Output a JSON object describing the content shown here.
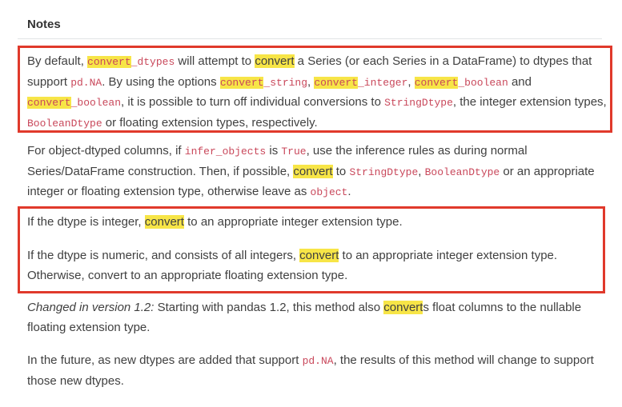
{
  "section": {
    "heading": "Notes"
  },
  "p1": {
    "t1": "By default, ",
    "c1": "convert",
    "c2": "_dtypes",
    "t2": " will attempt to ",
    "w1": "convert",
    "t3": " a Series (or each Series in a DataFrame) to dtypes that support ",
    "c3": "pd.NA",
    "t4": ". By using the options ",
    "c4": "convert",
    "c5": "_string",
    "t5": ", ",
    "c6": "convert",
    "c7": "_integer",
    "t6": ", ",
    "c8": "convert",
    "c9": "_boolean",
    "t7": " and ",
    "c10": "convert",
    "c11": "_boolean",
    "t8": ", it is possible to turn off individual conversions to ",
    "c12": "StringDtype",
    "t9": ", the integer extension types, ",
    "c13": "BooleanDtype",
    "t10": " or floating extension types, respectively."
  },
  "p2": {
    "t1": "For object-dtyped columns, if ",
    "c1": "infer_objects",
    "t2": " is ",
    "c2": "True",
    "t3": ", use the inference rules as during normal Series/DataFrame construction. Then, if possible, ",
    "w1": "convert",
    "t4": " to ",
    "c3": "StringDtype",
    "t5": ", ",
    "c4": "BooleanDtype",
    "t6": " or an appropriate integer or floating extension type, otherwise leave as ",
    "c5": "object",
    "t7": "."
  },
  "p3": {
    "t1": "If the dtype is integer, ",
    "w1": "convert",
    "t2": " to an appropriate integer extension type."
  },
  "p4": {
    "t1": "If the dtype is numeric, and consists of all integers, ",
    "w1": "convert",
    "t2": " to an appropriate integer extension type. Otherwise, convert to an appropriate floating extension type."
  },
  "p5": {
    "em": "Changed in version 1.2:",
    "t1": " Starting with pandas 1.2, this method also ",
    "w1": "convert",
    "t2": "s float columns to the nullable floating extension type."
  },
  "p6": {
    "t1": "In the future, as new dtypes are added that support ",
    "c1": "pd.NA",
    "t2": ", the results of this method will change to support those new dtypes."
  },
  "colors": {
    "highlight": "#f7e547",
    "annotation_box": "#e0392b",
    "code_text": "#c9485b",
    "body_text": "#404040"
  }
}
